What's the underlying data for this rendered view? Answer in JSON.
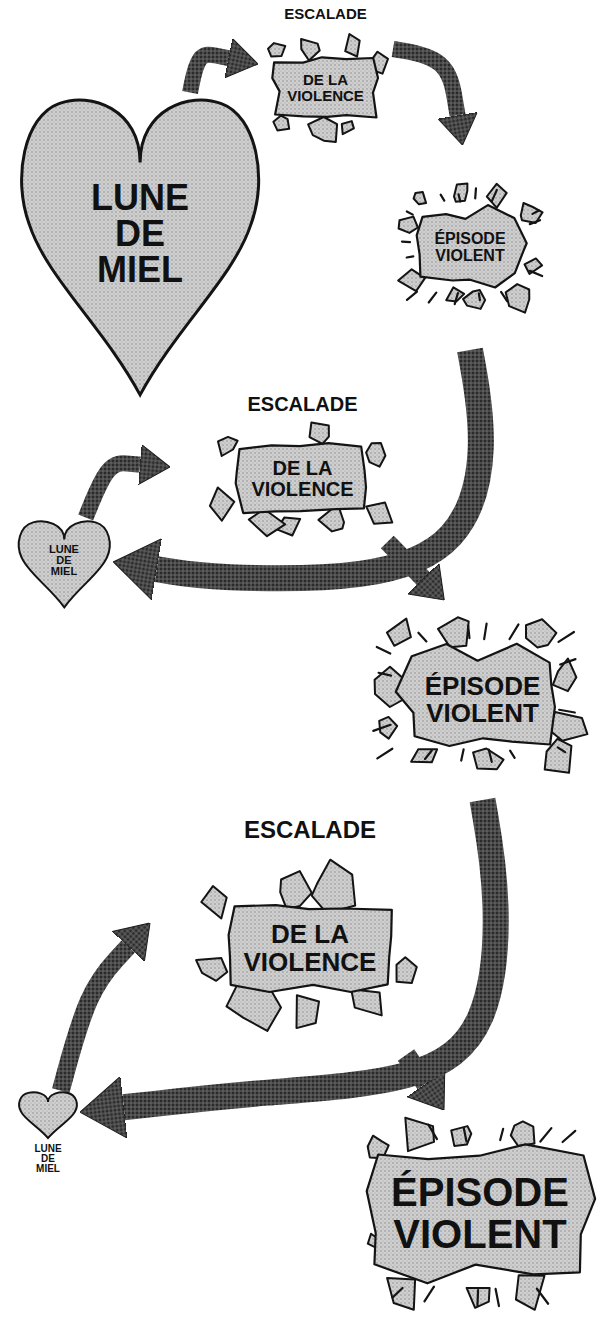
{
  "diagram": {
    "nodes": [
      {
        "text": [
          "ESCALADE",
          "DE LA VIOLENCE"
        ]
      },
      {
        "text": [
          "LUNE DE MIEL"
        ]
      },
      {
        "text": [
          "ÉPISODE VIOLENT"
        ]
      },
      {
        "text": [
          "ESCALADE",
          "DE LA VIOLENCE"
        ]
      },
      {
        "text": [
          "LUNE DE MIEL"
        ]
      },
      {
        "text": [
          "ÉPISODE VIOLENT"
        ]
      },
      {
        "text": [
          "ESCALADE",
          "DE LA VIOLENCE"
        ]
      },
      {
        "text": [
          "LUNE DE MIEL"
        ]
      },
      {
        "text": [
          "ÉPISODE VIOLENT"
        ]
      }
    ],
    "edges": [
      {
        "from": 1,
        "to": 0,
        "arrow": "to"
      },
      {
        "from": 0,
        "to": 2,
        "arrow": "to"
      },
      {
        "from": 2,
        "to": 4,
        "arrow": "to"
      },
      {
        "from": 4,
        "to": 3,
        "arrow": "to"
      },
      {
        "from": 3,
        "to": 5,
        "arrow": "to"
      },
      {
        "from": 5,
        "to": 7,
        "arrow": "to"
      },
      {
        "from": 7,
        "to": 6,
        "arrow": "to"
      },
      {
        "from": 6,
        "to": 8,
        "arrow": "to"
      }
    ]
  }
}
